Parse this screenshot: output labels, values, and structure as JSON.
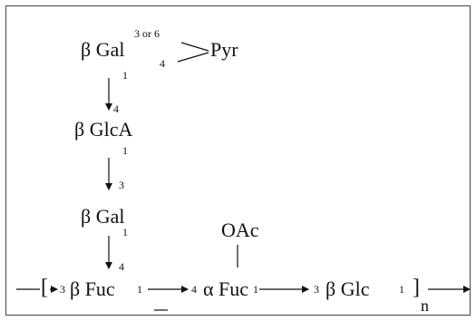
{
  "figure": {
    "top_residue": {
      "name": "β Gal",
      "pos_upper": "3 or 6",
      "pos_lower": "4",
      "pos_out": "1"
    },
    "substituent": "Pyr",
    "link_1": {
      "to_pos": "4"
    },
    "second_residue": {
      "name": "β GlcA",
      "pos_out": "1"
    },
    "link_2": {
      "to_pos": "3"
    },
    "third_residue": {
      "name": "β Gal",
      "pos_out": "1"
    },
    "link_3": {
      "to_pos": "4"
    },
    "backbone": {
      "repeat_open": "[",
      "repeat_close": "]",
      "repeat_subscript": "n",
      "residues": [
        {
          "in_pos": "3",
          "name": "β Fuc",
          "out_pos": "1"
        },
        {
          "in_pos": "4",
          "name": "α Fuc",
          "out_pos": "1"
        },
        {
          "in_pos": "3",
          "name": "β Glc",
          "out_pos": "1"
        }
      ],
      "acetyl": "OAc"
    }
  }
}
